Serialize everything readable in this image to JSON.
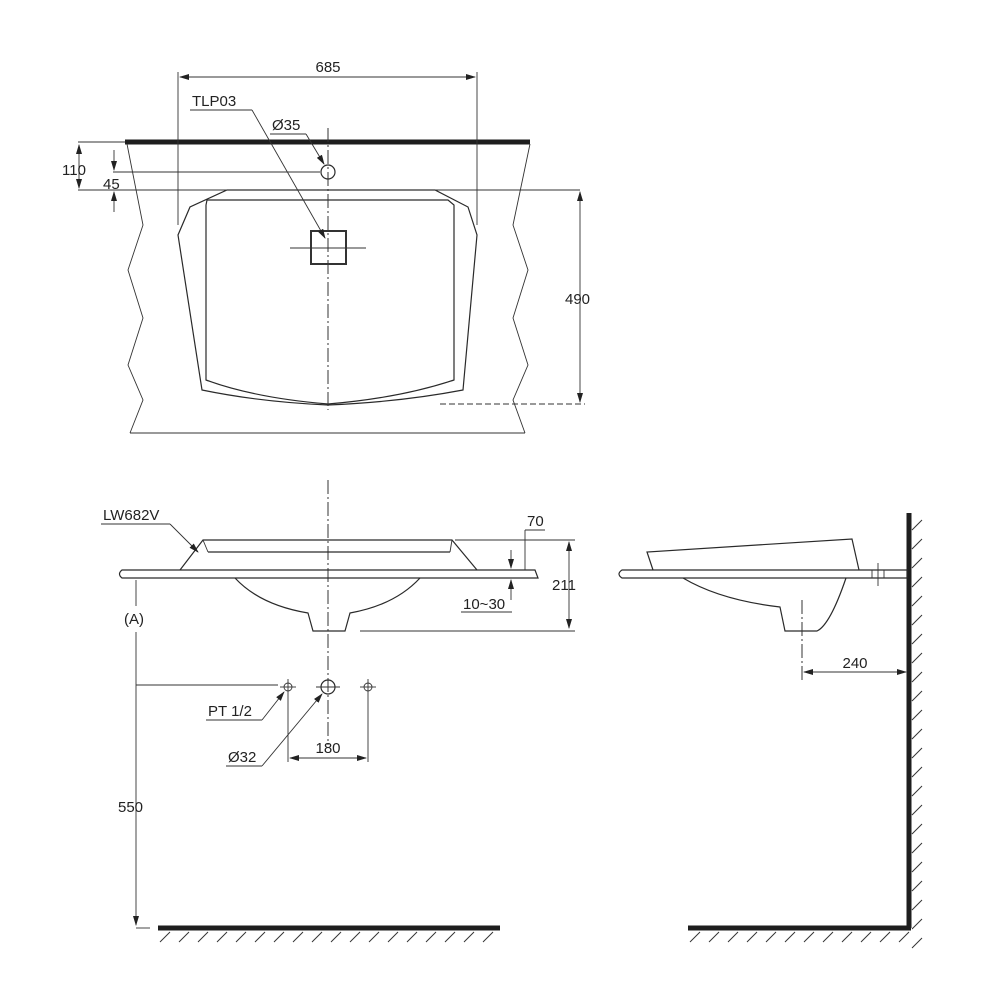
{
  "drawing": {
    "views": {
      "top_view": {
        "overall_width": "685",
        "faucet_label": "TLP03",
        "hole_diameter": "Ø35",
        "edge_to_bowl": "110",
        "edge_to_hole": "45",
        "depth": "490"
      },
      "front_view": {
        "model_label": "LW682V",
        "rim_height": "70",
        "counter_thickness": "10~30",
        "total_height": "211",
        "install_height_ref": "(A)",
        "supply_thread": "PT 1/2",
        "drain_diameter": "Ø32",
        "supply_spacing": "180",
        "floor_to_supply": "550"
      },
      "side_view": {
        "wall_to_drain": "240"
      }
    }
  }
}
